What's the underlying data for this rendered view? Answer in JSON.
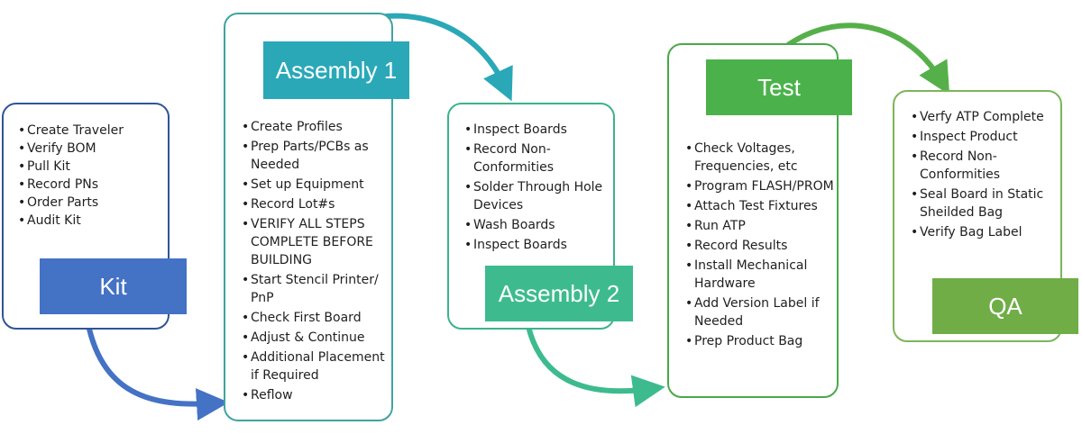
{
  "stages": [
    {
      "id": "kit",
      "title": "Kit",
      "color": "#4472c4",
      "border": "#2f5597",
      "items": [
        "Create Traveler",
        "Verify BOM",
        "Pull Kit",
        "Record PNs",
        "Order Parts",
        "Audit Kit"
      ]
    },
    {
      "id": "assembly-1",
      "title": "Assembly 1",
      "color": "#2aa8b8",
      "border": "#3fa3a0",
      "items": [
        "Create Profiles",
        "Prep Parts/PCBs as Needed",
        "Set up Equipment",
        "Record Lot#s",
        "VERIFY ALL STEPS COMPLETE BEFORE BUILDING",
        "Start Stencil Printer/ PnP",
        "Check First Board",
        "Adjust & Continue",
        "Additional Placement if Required",
        "Reflow"
      ]
    },
    {
      "id": "assembly-2",
      "title": "Assembly 2",
      "color": "#3dbb8f",
      "border": "#3db38a",
      "items": [
        "Inspect Boards",
        "Record Non-Conformities",
        "Solder Through Hole Devices",
        "Wash Boards",
        "Inspect Boards"
      ]
    },
    {
      "id": "test",
      "title": "Test",
      "color": "#4bb24b",
      "border": "#4aa84a",
      "items": [
        "Check Voltages, Frequencies, etc",
        "Program FLASH/PROM",
        "Attach Test Fixtures",
        "Run ATP",
        "Record Results",
        "Install Mechanical Hardware",
        "Add Version Label if Needed",
        "Prep Product Bag"
      ]
    },
    {
      "id": "qa",
      "title": "QA",
      "color": "#70ad47",
      "border": "#7cb55a",
      "items": [
        "Verfy ATP Complete",
        "Inspect Product",
        "Record Non-Conformities",
        "Seal Board in Static Sheilded Bag",
        "Verify Bag Label"
      ]
    }
  ],
  "colors": {
    "arrow_kit": "#4472c4",
    "arrow_asm1": "#2aa8b8",
    "arrow_asm2": "#3dbb8f",
    "arrow_test": "#56b04a"
  }
}
